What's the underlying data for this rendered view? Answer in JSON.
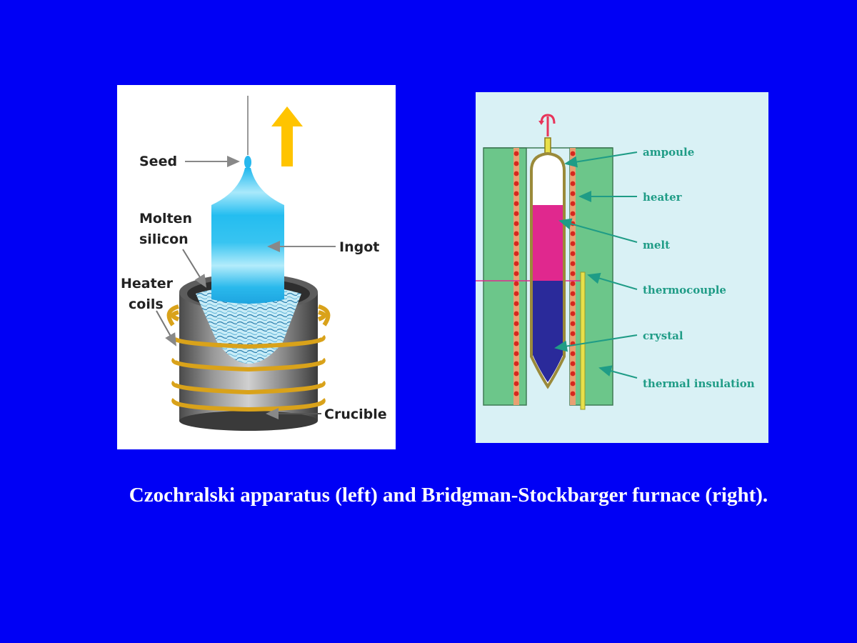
{
  "czochralski": {
    "labels": {
      "seed": "Seed",
      "molten_line1": "Molten",
      "molten_line2": "silicon",
      "ingot": "Ingot",
      "heater_line1": "Heater",
      "heater_line2": "coils",
      "crucible": "Crucible"
    }
  },
  "bridgman": {
    "labels": {
      "ampoule": "ampoule",
      "heater": "heater",
      "melt": "melt",
      "thermocouple": "thermocouple",
      "crystal": "crystal",
      "insulation": "thermal insulation"
    }
  },
  "caption": "Czochralski apparatus (left) and Bridgman-Stockbarger furnace (right).",
  "colors": {
    "background": "#0000f5",
    "ingot": "#2ec6f0",
    "coil": "#d9a21a",
    "arrow_up": "#ffc400",
    "insulation": "#6cc68a",
    "melt": "#e0288e",
    "crystal": "#2a2a9a",
    "label_teal": "#1f9c86"
  }
}
